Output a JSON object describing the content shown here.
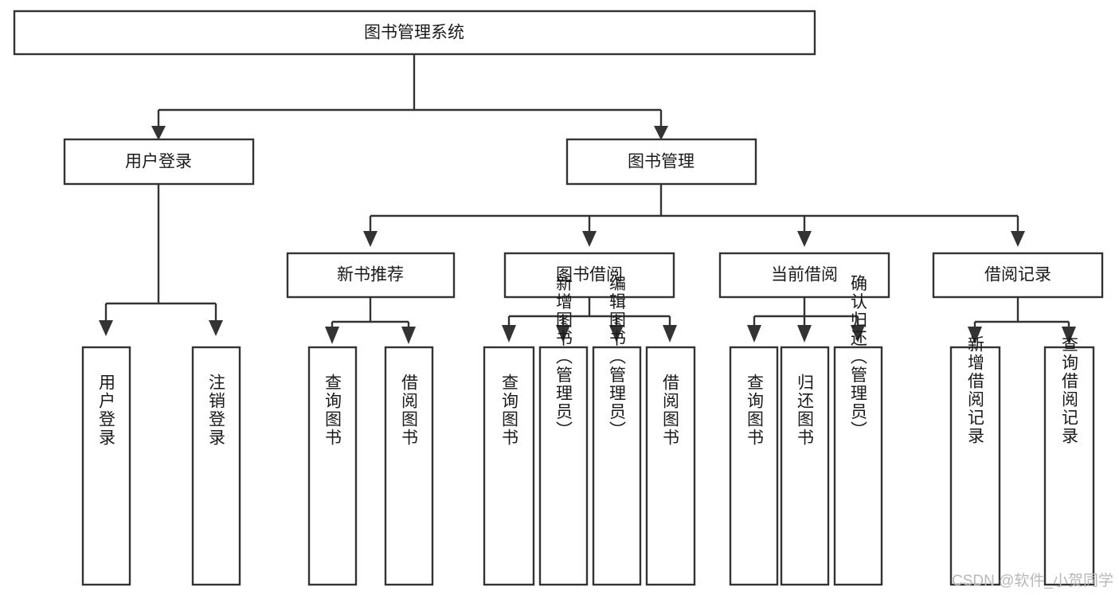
{
  "diagram": {
    "title": "图书管理系统",
    "type": "tree-hierarchy-chart",
    "colors": {
      "background": "#ffffff",
      "border": "#333333",
      "text": "#1a1a1a",
      "watermark": "#b8b8b8"
    },
    "root": {
      "id": "root",
      "label": "图书管理系统"
    },
    "level2": [
      {
        "id": "user-login",
        "label": "用户登录"
      },
      {
        "id": "book-manage",
        "label": "图书管理"
      }
    ],
    "level3": [
      {
        "id": "new-book-recommend",
        "label": "新书推荐",
        "parent": "book-manage"
      },
      {
        "id": "book-borrow",
        "label": "图书借阅",
        "parent": "book-manage"
      },
      {
        "id": "current-borrow",
        "label": "当前借阅",
        "parent": "book-manage"
      },
      {
        "id": "borrow-record",
        "label": "借阅记录",
        "parent": "book-manage"
      }
    ],
    "leaves": [
      {
        "id": "leaf-user-login",
        "label": "用户登录",
        "parent": "user-login"
      },
      {
        "id": "leaf-user-logout",
        "label": "注销登录",
        "parent": "user-login"
      },
      {
        "id": "leaf-query-book-1",
        "label": "查询图书",
        "parent": "new-book-recommend"
      },
      {
        "id": "leaf-borrow-book-1",
        "label": "借阅图书",
        "parent": "new-book-recommend"
      },
      {
        "id": "leaf-query-book-2",
        "label": "查询图书",
        "parent": "book-borrow"
      },
      {
        "id": "leaf-add-book",
        "label": "新增图书（管理员）",
        "parent": "book-borrow"
      },
      {
        "id": "leaf-edit-book",
        "label": "编辑图书（管理员）",
        "parent": "book-borrow"
      },
      {
        "id": "leaf-borrow-book-2",
        "label": "借阅图书",
        "parent": "book-borrow"
      },
      {
        "id": "leaf-query-book-3",
        "label": "查询图书",
        "parent": "current-borrow"
      },
      {
        "id": "leaf-return-book",
        "label": "归还图书",
        "parent": "current-borrow"
      },
      {
        "id": "leaf-confirm-return",
        "label": "确认归还（管理员）",
        "parent": "current-borrow"
      },
      {
        "id": "leaf-add-record",
        "label": "新增借阅记录",
        "parent": "borrow-record"
      },
      {
        "id": "leaf-query-record",
        "label": "查询借阅记录",
        "parent": "borrow-record"
      }
    ]
  },
  "watermark": {
    "text": "CSDN @软件_小贺同学"
  }
}
